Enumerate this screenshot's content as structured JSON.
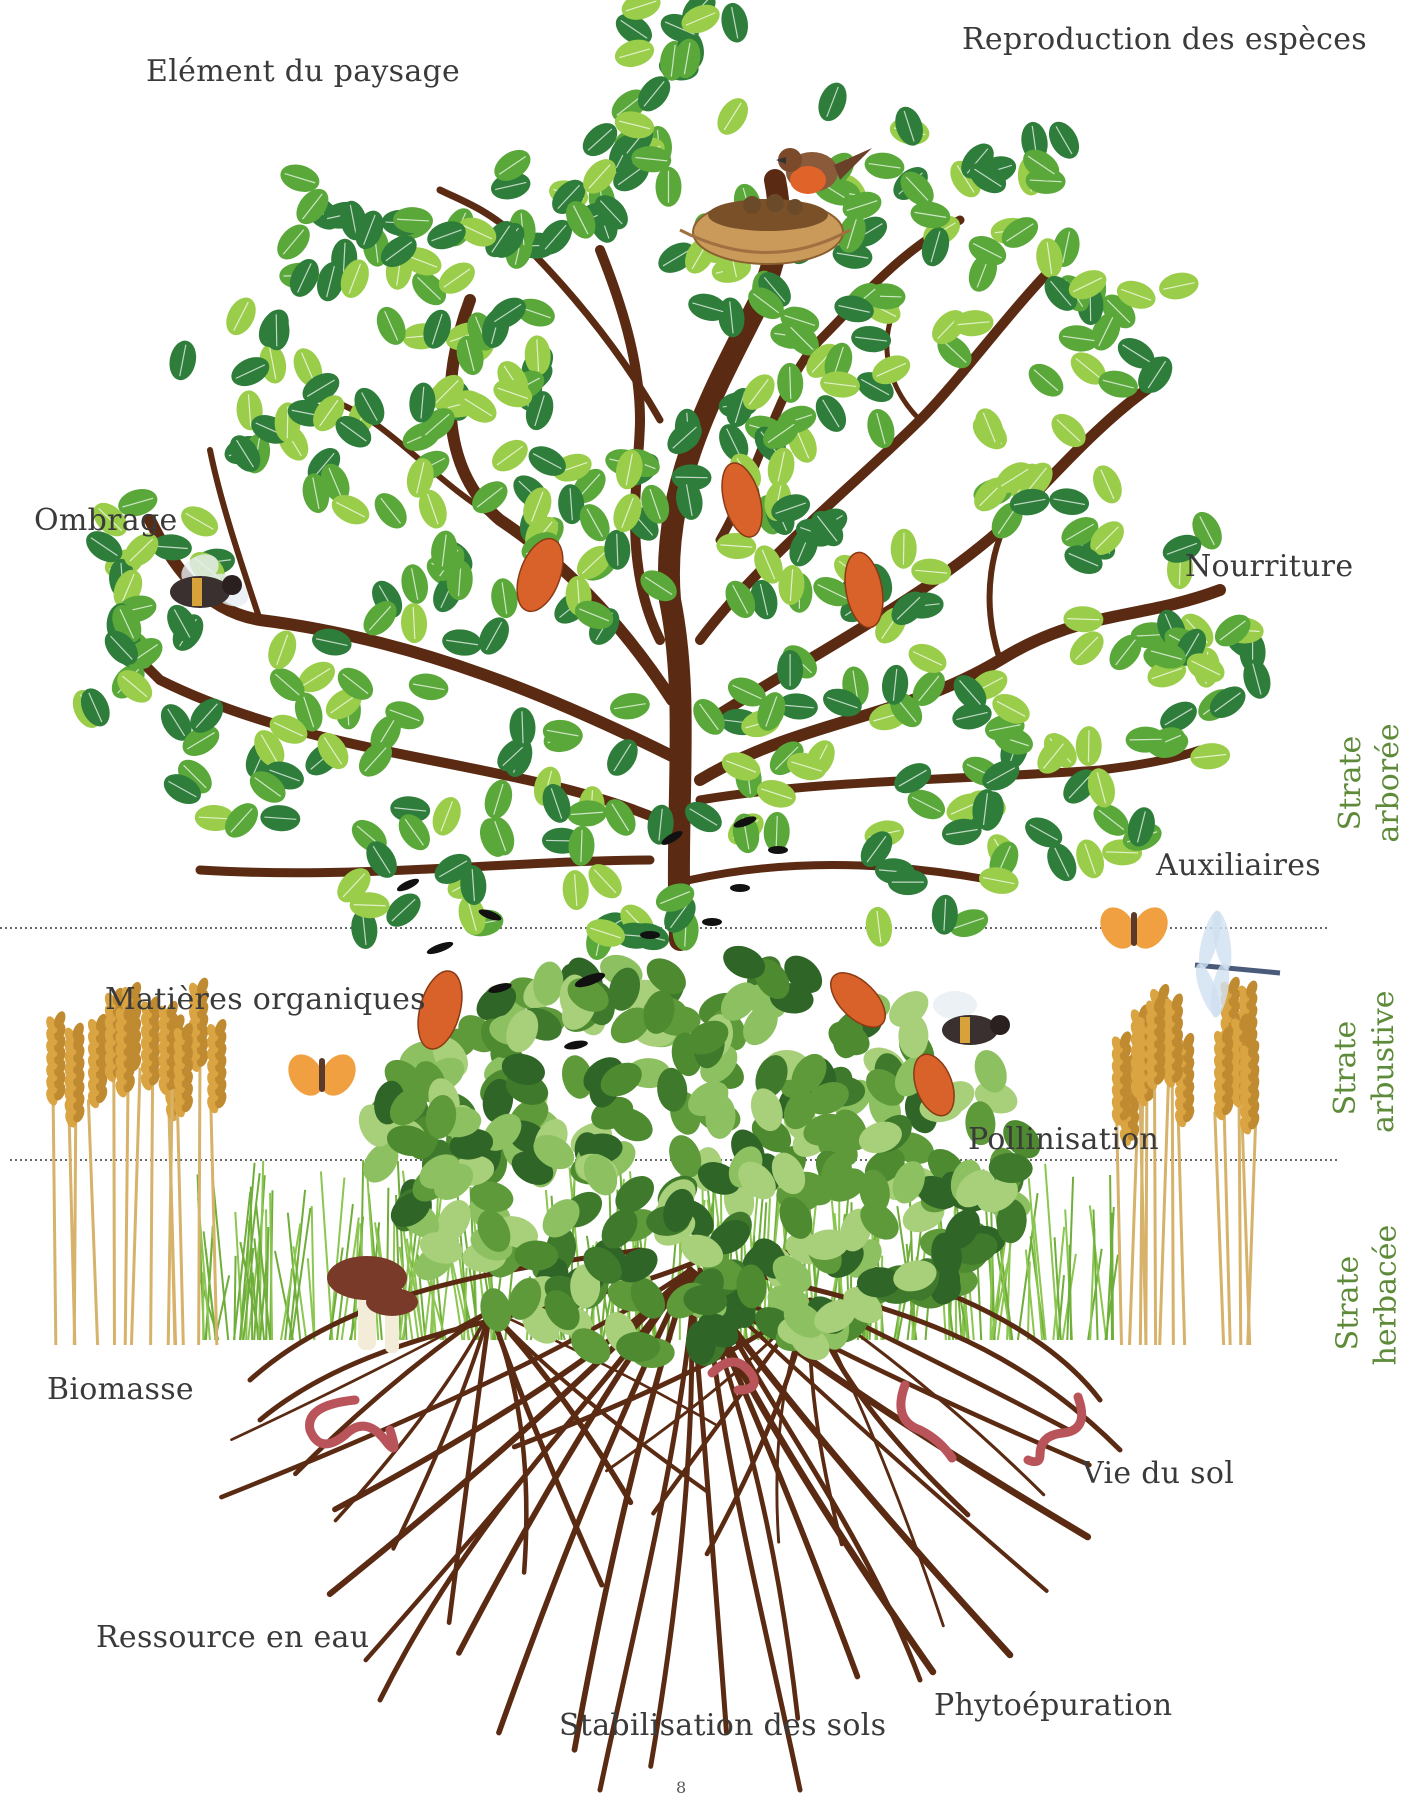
{
  "labels": {
    "element_paysage": "Elément du paysage",
    "reproduction": "Reproduction des espèces",
    "ombrage": "Ombrage",
    "nourriture": "Nourriture",
    "auxiliaires": "Auxiliaires",
    "matieres": "Matières organiques",
    "pollinisation": "Pollinisation",
    "biomasse": "Biomasse",
    "vie_sol": "Vie du sol",
    "ressource_eau": "Ressource en eau",
    "stabilisation": "Stabilisation des sols",
    "phytoepuration": "Phytoépuration"
  },
  "strata": {
    "arboree": {
      "line1": "Strate",
      "line2": "arborée"
    },
    "arbustive": {
      "line1": "Strate",
      "line2": "arbustive"
    },
    "herbacee": {
      "line1": "Strate",
      "line2": "herbacée"
    }
  },
  "colors": {
    "trunk": "#5a2a12",
    "leaf_dark": "#2e7d3a",
    "leaf_mid": "#5aa83a",
    "leaf_light": "#9acd4a",
    "strata_text": "#5e8b3a",
    "wheat": "#d9a441",
    "grass": "#6fae3a"
  },
  "page_number": "8"
}
